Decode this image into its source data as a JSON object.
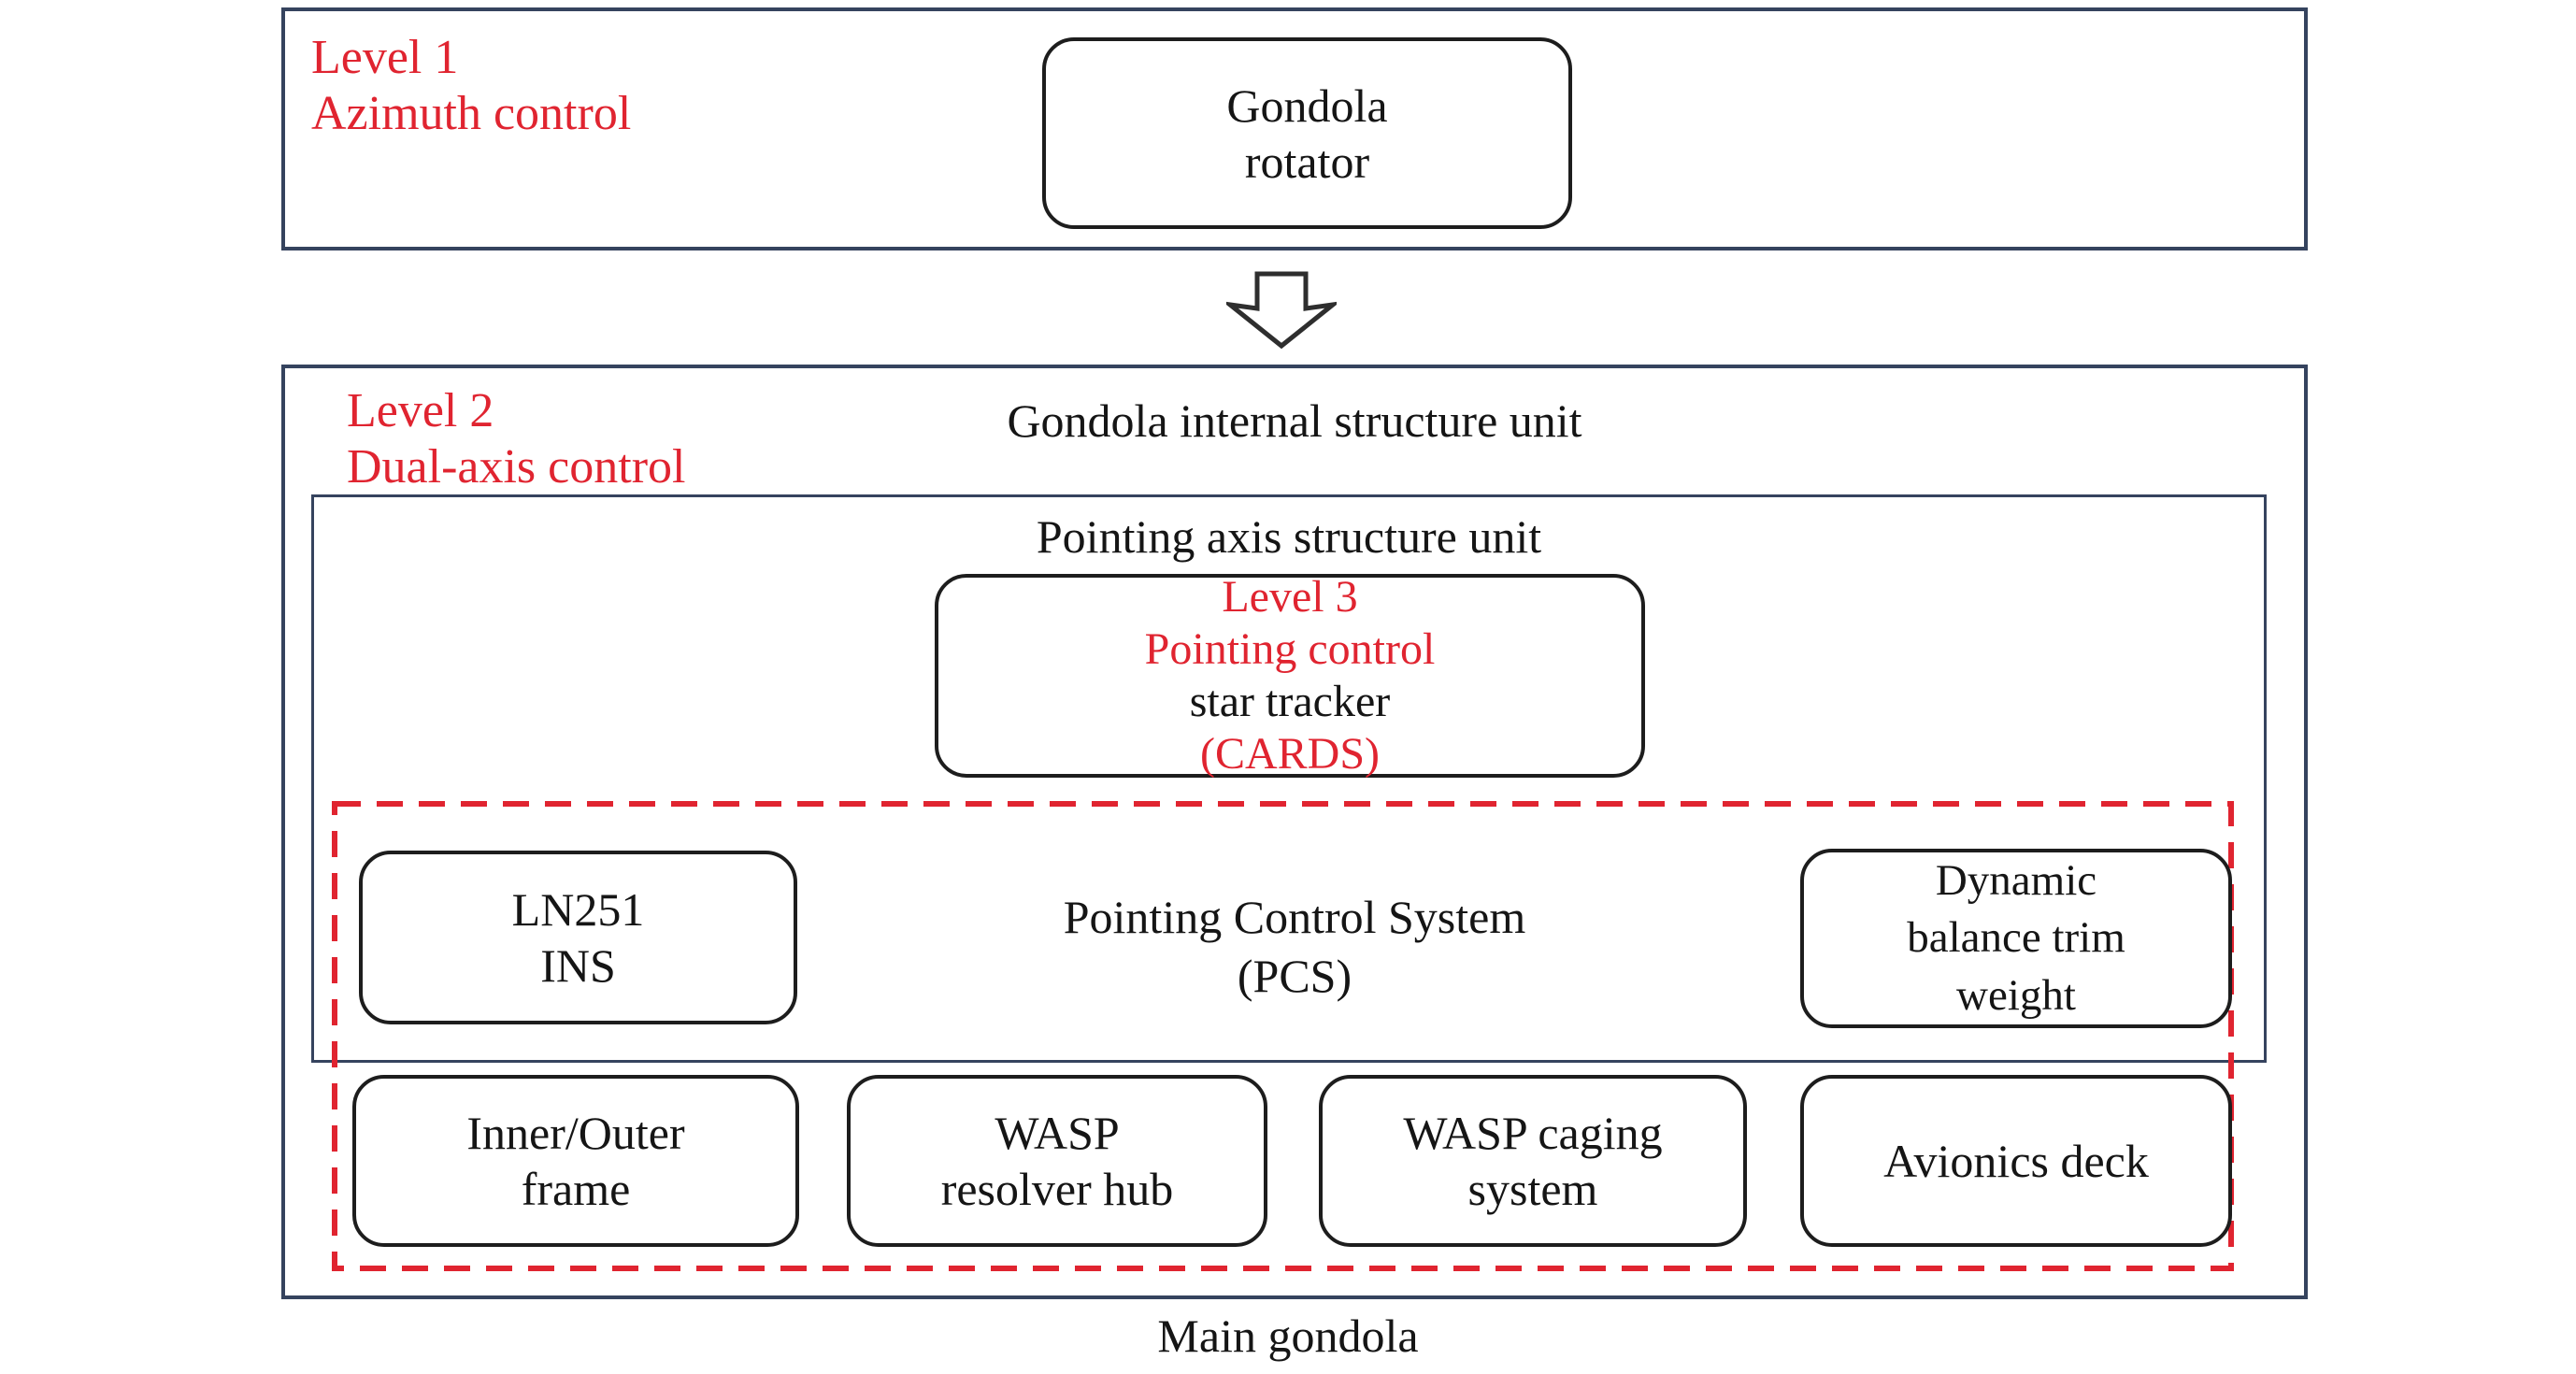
{
  "colors": {
    "red": "#e02430",
    "navy": "#35435e",
    "border": "#1d1d1d",
    "text": "#151515",
    "bg": "#ffffff"
  },
  "level1": {
    "label": [
      "Level 1",
      "Azimuth control"
    ],
    "node": [
      "Gondola",
      "rotator"
    ]
  },
  "level2": {
    "label": [
      "Level 2",
      "Dual-axis control"
    ],
    "title": "Gondola internal structure unit",
    "pointing_axis": {
      "title": "Pointing axis structure unit",
      "level3_node": [
        "Level 3",
        "Pointing control",
        "star tracker",
        "(CARDS)"
      ]
    },
    "pcs": {
      "title": [
        "Pointing Control System",
        "(PCS)"
      ],
      "ln251_node": [
        "LN251",
        "INS"
      ],
      "dynamic_node": [
        "Dynamic",
        "balance trim",
        "weight"
      ],
      "bottom_row": [
        [
          "Inner/Outer",
          "frame"
        ],
        [
          "WASP",
          "resolver hub"
        ],
        [
          "WASP caging",
          "system"
        ],
        [
          "Avionics deck"
        ]
      ]
    }
  },
  "footer": "Main gondola"
}
